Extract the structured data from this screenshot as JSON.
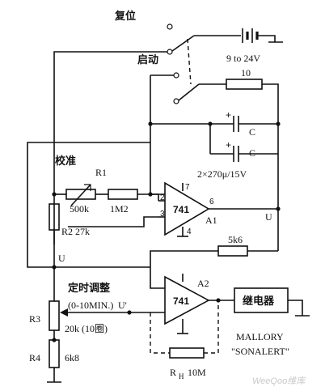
{
  "labels": {
    "reset": "复位",
    "start": "启动",
    "supply": "9 to 24V",
    "r_10": "10",
    "cap_c1": "C",
    "cap_c2": "C",
    "cap_spec": "2×270μ/15V",
    "calibrate": "校准",
    "r1": "R1",
    "r1_value": "500k",
    "r_1m2": "1M2",
    "r2": "R2 27k",
    "pin2": "2",
    "pin3": "3",
    "pin7": "7",
    "pin6": "6",
    "pin4": "4",
    "a1_chip": "741",
    "a1_name": "A1",
    "u_out": "U",
    "u_left": "U",
    "r_5k6": "5k6",
    "timing_adjust": "定时调整",
    "range": "(0-10MIN.)",
    "u_prime": "U'",
    "a2_name": "A2",
    "a2_chip": "741",
    "relay": "继电器",
    "r3": "R3",
    "r3_value": "20k (10圈)",
    "r4": "R4",
    "r4_value": "6k8",
    "rh": "R",
    "rh_sub": "H",
    "rh_value": "10M",
    "mallory": "MALLORY",
    "sonalert": "\"SONALERT\"",
    "watermark": "WeeQoo维库"
  }
}
